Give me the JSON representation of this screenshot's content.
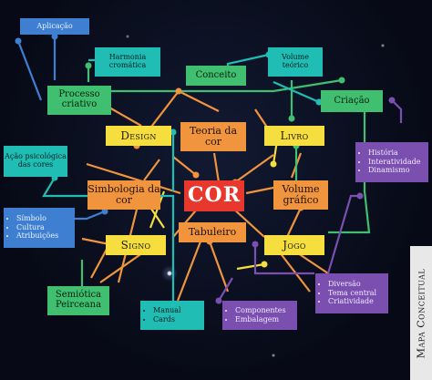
{
  "center": "COR",
  "main_nodes": {
    "design": "Design",
    "livro": "Livro",
    "signo": "Signo",
    "jogo": "Jogo",
    "teoria": "Teoria da cor",
    "simbologia": "Simbologia da cor",
    "volume_grafico": "Volume gráfico",
    "tabuleiro": "Tabuleiro"
  },
  "green_nodes": {
    "processo": "Processo criativo",
    "conceito": "Conceito",
    "criacao": "Criação",
    "semiotica": "Semiótica Peirceana"
  },
  "teal_nodes": {
    "harmonia": "Harmonia cromática",
    "volume_teorico": "Volume teórico",
    "acao": "Ação psicológica das cores",
    "manual_items": [
      "Manual",
      "Cards"
    ]
  },
  "blue_nodes": {
    "aplicacao": "Aplicação",
    "simbolo_items": [
      "Símbolo",
      "Cultura",
      "Atribuições"
    ]
  },
  "purple_nodes": {
    "historia_items": [
      "História",
      "Interatividade",
      "Dinamismo"
    ],
    "diversao_items": [
      "Diversão",
      "Tema central",
      "Criatividade"
    ],
    "componentes_items": [
      "Componentes",
      "Embalagem"
    ]
  },
  "side_label": "Mapa Conceitual",
  "colors": {
    "orange": "#f0943e",
    "yellow": "#f5de3e",
    "green": "#3fbf6f",
    "teal": "#1fbdb4",
    "purple": "#7a4fb0",
    "blue": "#3f7fd1",
    "red": "#e8372d"
  }
}
